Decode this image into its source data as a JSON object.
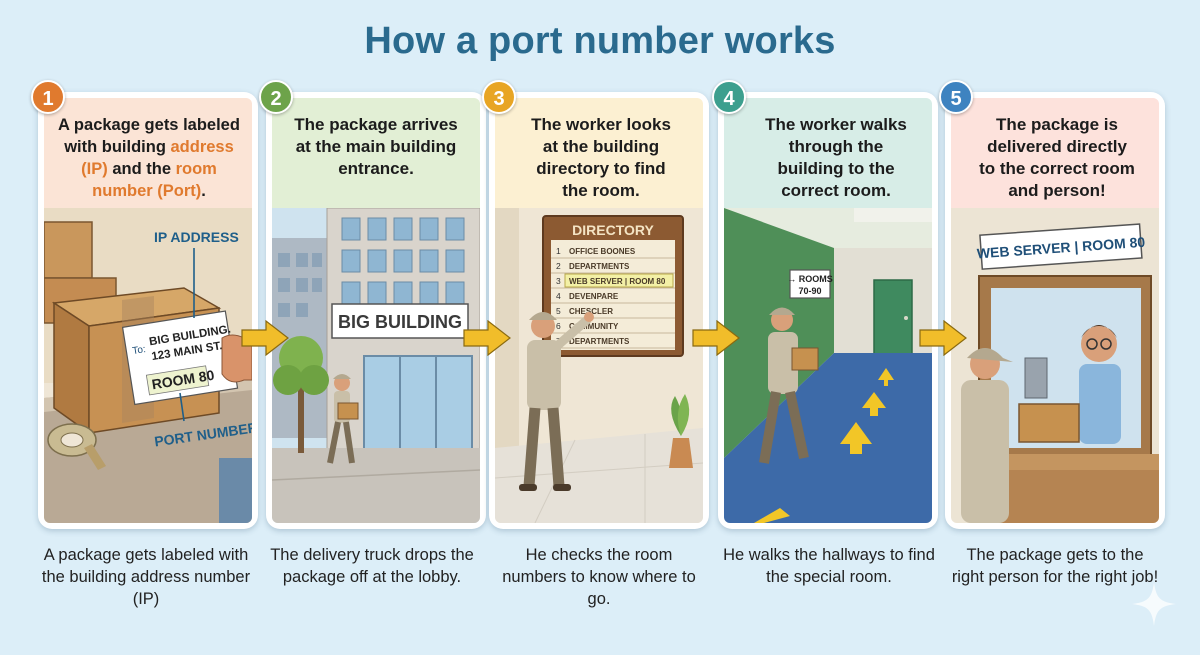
{
  "title": "How a port number works",
  "colors": {
    "step1": "#e07a2e",
    "step2": "#6da34a",
    "step3": "#e8a524",
    "step4": "#3d9f8e",
    "step5": "#3e83c0",
    "arrow": "#f1bd2a"
  },
  "steps": [
    {
      "number": "1",
      "heading_parts": [
        "A package gets labeled with building ",
        "address (IP)",
        " and the ",
        "room number (Port)",
        "."
      ],
      "caption": "A package gets labeled with the  building address number (IP)",
      "scene": {
        "callout_top": "IP ADDRESS",
        "label_to": "To:",
        "label_line1": "BIG BUILDING.",
        "label_line2": "123 MAIN ST.",
        "label_room": "ROOM 80",
        "callout_bottom": "PORT NUMBER"
      }
    },
    {
      "number": "2",
      "heading": "The package arrives at the main building entrance.",
      "caption": "The delivery truck drops the package off at the lobby.",
      "scene": {
        "sign": "BIG BUILDING"
      }
    },
    {
      "number": "3",
      "heading": "The worker looks at the building directory to find the room.",
      "caption": "He checks the room numbers to know where to go.",
      "scene": {
        "directory_title": "DIRECTORY",
        "rows": [
          {
            "num": "1",
            "text": "OFFICE BOONES"
          },
          {
            "num": "2",
            "text": "DEPARTMENTS"
          },
          {
            "num": "3",
            "text": "WEB SERVER | ROOM 80"
          },
          {
            "num": "4",
            "text": "DEVENPARE"
          },
          {
            "num": "5",
            "text": "CHESCLER"
          },
          {
            "num": "6",
            "text": "COMMUNITY"
          },
          {
            "num": "7",
            "text": "DEPARTMENTS"
          }
        ]
      }
    },
    {
      "number": "4",
      "heading": "The worker walks through the building to the correct room.",
      "caption": "He walks the hallways to find the special room.",
      "scene": {
        "sign_line1": "→ ROOMS",
        "sign_line2": "70-90"
      }
    },
    {
      "number": "5",
      "heading": "The package is delivered directly to the correct room and person!",
      "caption": "The package gets to the right person for the right job!",
      "scene": {
        "sign": "WEB SERVER | ROOM 80"
      }
    }
  ]
}
